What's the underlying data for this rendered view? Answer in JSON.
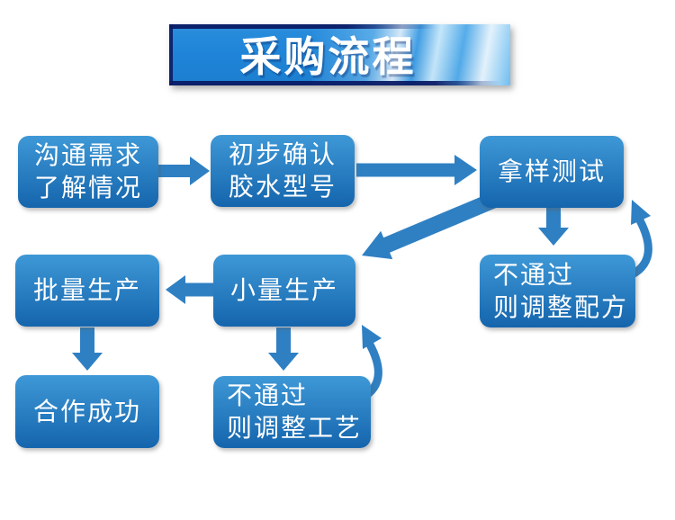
{
  "banner": {
    "title": "采购流程"
  },
  "nodes": [
    {
      "id": "communicate",
      "lines": [
        "沟通需求",
        "了解情况"
      ]
    },
    {
      "id": "confirm-model",
      "lines": [
        "初步确认",
        "胶水型号"
      ]
    },
    {
      "id": "sample-test",
      "lines": [
        "拿样测试"
      ]
    },
    {
      "id": "adjust-formula",
      "lines": [
        "不通过",
        "则调整配方"
      ]
    },
    {
      "id": "mass-production",
      "lines": [
        "批量生产"
      ]
    },
    {
      "id": "small-production",
      "lines": [
        "小量生产"
      ]
    },
    {
      "id": "cooperation-success",
      "lines": [
        "合作成功"
      ]
    },
    {
      "id": "adjust-process",
      "lines": [
        "不通过",
        "则调整工艺"
      ]
    }
  ],
  "flow": {
    "connections": [
      {
        "from": "communicate",
        "to": "confirm-model",
        "style": "straight"
      },
      {
        "from": "confirm-model",
        "to": "sample-test",
        "style": "straight"
      },
      {
        "from": "sample-test",
        "to": "adjust-formula",
        "style": "straight"
      },
      {
        "from": "sample-test",
        "to": "small-production",
        "style": "straight"
      },
      {
        "from": "adjust-formula",
        "to": "sample-test",
        "style": "curved"
      },
      {
        "from": "small-production",
        "to": "mass-production",
        "style": "straight"
      },
      {
        "from": "small-production",
        "to": "adjust-process",
        "style": "straight"
      },
      {
        "from": "adjust-process",
        "to": "small-production",
        "style": "curved"
      },
      {
        "from": "mass-production",
        "to": "cooperation-success",
        "style": "straight"
      }
    ]
  },
  "colors": {
    "background": "#ffffff",
    "box_gradient_top": "#3e98d6",
    "box_gradient_bottom": "#1565ad",
    "arrow": "#2f80c3",
    "banner_blue": "#1f85d8",
    "banner_edge_navy": "#0a1b66",
    "title_text": "#ffffff",
    "node_text": "#ffffff"
  }
}
